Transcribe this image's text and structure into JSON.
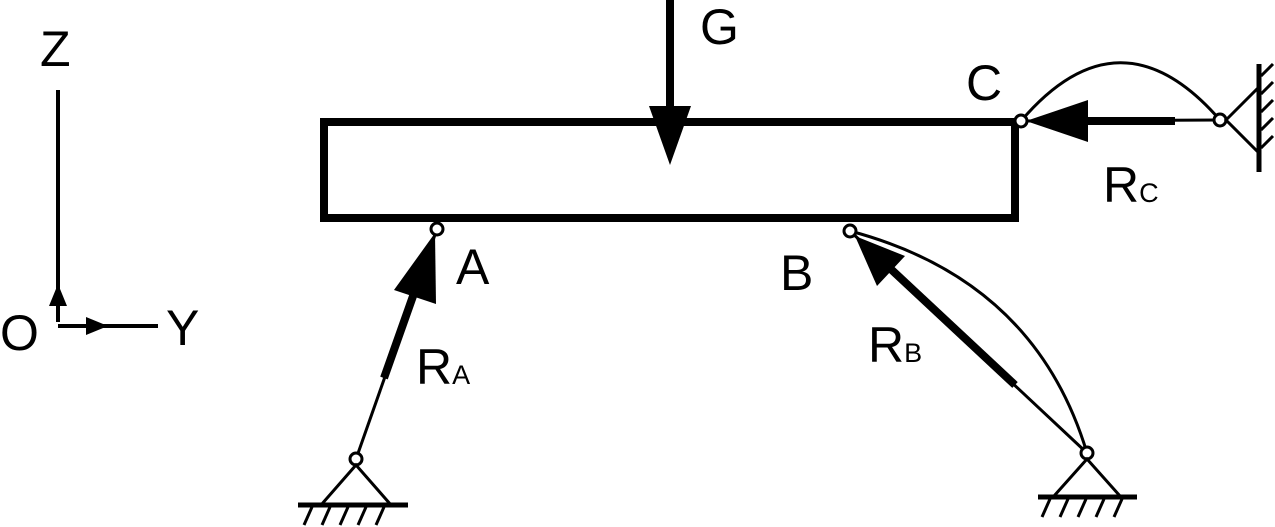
{
  "axes": {
    "z_label": "Z",
    "y_label": "Y",
    "origin_label": "O"
  },
  "forces": {
    "G": "G",
    "RA_main": "R",
    "RA_sub": "A",
    "RB_main": "R",
    "RB_sub": "B",
    "RC_main": "R",
    "RC_sub": "C"
  },
  "points": {
    "A": "A",
    "B": "B",
    "C": "C"
  },
  "colors": {
    "ink": "#000000",
    "background": "#ffffff"
  }
}
